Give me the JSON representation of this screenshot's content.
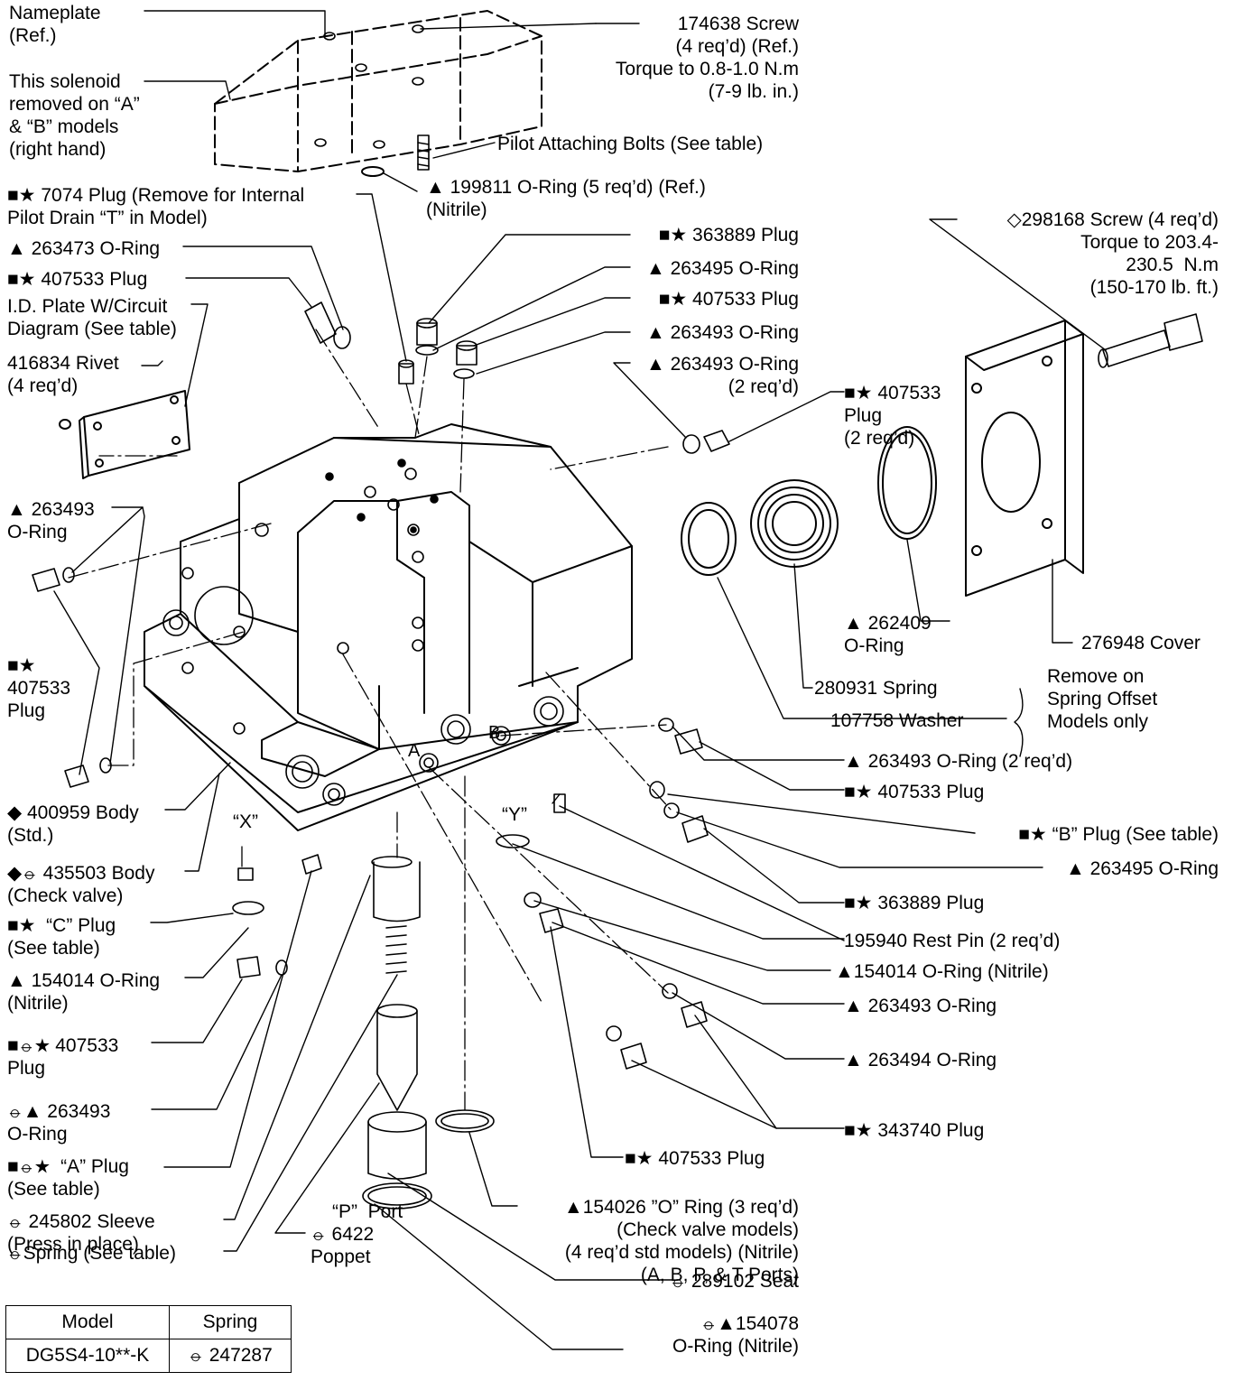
{
  "labels": {
    "nameplate": "Nameplate\n(Ref.)",
    "solenoid_removed": "This solenoid\nremoved on “A”\n& “B” models\n(right hand)",
    "screw_174638": "174638 Screw\n(4 req’d) (Ref.)\nTorque to 0.8-1.0 N.m\n(7-9 lb. in.)",
    "pilot_bolts": "Pilot Attaching Bolts (See table)",
    "oring_199811": "▲ 199811 O-Ring (5 req’d) (Ref.)\n(Nitrile)",
    "plug_7074": "■★ 7074 Plug (Remove for Internal\nPilot Drain “T” in Model)",
    "oring_263473": "▲ 263473 O-Ring",
    "plug_407533_top_left": "■★ 407533 Plug",
    "id_plate": "I.D. Plate W/Circuit\nDiagram (See table)",
    "rivet_416834": "416834 Rivet\n(4 req’d)",
    "plug_363889_top": "■★ 363889 Plug",
    "oring_263495_top": "▲ 263495 O-Ring",
    "plug_407533_top": "■★ 407533 Plug",
    "oring_263493_top": "▲ 263493 O-Ring",
    "oring_263493_2req": "▲ 263493 O-Ring\n(2 req’d)",
    "plug_407533_2req": "■★ 407533\nPlug\n(2 req’d)",
    "screw_298168": "◇298168 Screw (4 req’d)\nTorque to 203.4-\n230.5  N.m\n(150-170 lb. ft.)",
    "oring_263493_left": "▲ 263493\nO-Ring",
    "plug_407533_left": "■★\n407533\nPlug",
    "oring_262409": "▲ 262409\nO-Ring",
    "cover_276948": "276948 Cover",
    "spring_280931": "280931 Spring",
    "washer_107758": "107758 Washer",
    "remove_note": "Remove on\nSpring Offset\nModels only",
    "oring_263493_2req_b": "▲ 263493 O-Ring (2 req’d)",
    "plug_407533_right": "■★ 407533 Plug",
    "plug_b": "■★ “B” Plug (See table)",
    "oring_263495_right": "▲ 263495 O-Ring",
    "plug_363889_right": "■★ 363889 Plug",
    "body_400959": "◆ 400959 Body\n(Std.)",
    "body_435503": "◆⦵ 435503 Body\n(Check valve)",
    "plug_c": "■★  “C” Plug\n(See table)",
    "oring_154014_left": "▲ 154014 O-Ring\n(Nitrile)",
    "plug_407533_check": "■⦵★ 407533\nPlug",
    "oring_263493_check": "⦵▲ 263493\nO-Ring",
    "plug_a": "■⦵★  “A” Plug\n(See table)",
    "sleeve_245802": "⦵ 245802 Sleeve\n(Press in place)",
    "spring_check": "⦵Spring (See table)",
    "poppet_6422": "⦵ 6422\nPoppet",
    "p_port": "“P”  Port",
    "rest_pin": "195940 Rest Pin (2 req’d)",
    "oring_154014_right": "▲154014 O-Ring (Nitrile)",
    "oring_263493_right": "▲ 263493 O-Ring",
    "oring_263494": "▲ 263494 O-Ring",
    "plug_343740": "■★ 343740 Plug",
    "plug_407533_bottom": "■★ 407533 Plug",
    "oring_154026": "▲154026 ”O” Ring (3 req’d)\n(Check valve models)\n(4 req’d std models) (Nitrile)\n(A, B, P, & T Ports)",
    "seat_289102": "⦵ 289102 Seat",
    "oring_154078": "⦵▲154078\nO-Ring (Nitrile)"
  },
  "markers": {
    "x": "“X”",
    "y": "“Y”",
    "a": "A",
    "b": "B"
  },
  "table": {
    "headers": [
      "Model",
      "Spring"
    ],
    "rows": [
      [
        "DG5S4-10**-K",
        "⦵ 247287"
      ]
    ]
  }
}
